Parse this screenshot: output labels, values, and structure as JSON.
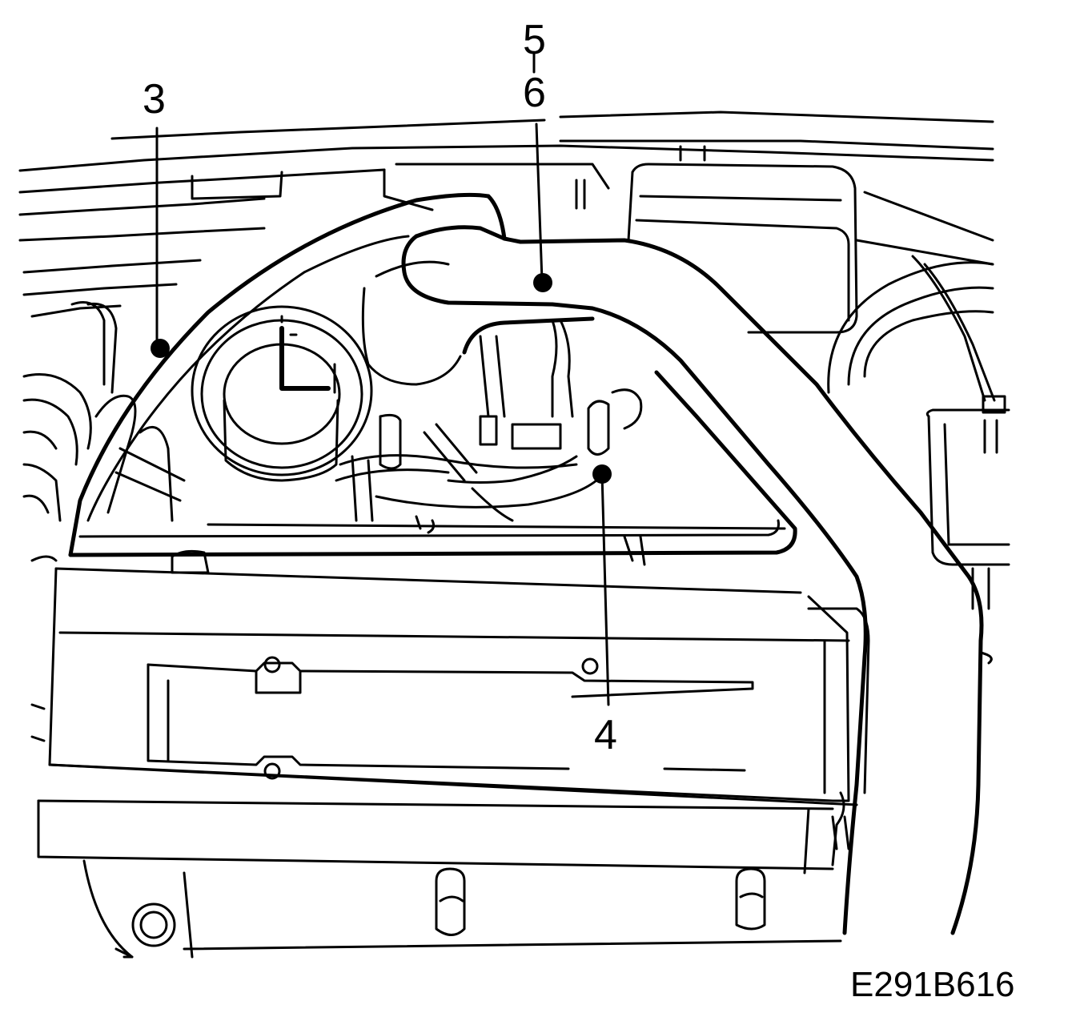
{
  "callouts": {
    "c3": "3",
    "c4": "4",
    "c5": "5",
    "c6": "6"
  },
  "figure_code": "E291B616",
  "colors": {
    "line": "#000000",
    "background": "#ffffff"
  }
}
